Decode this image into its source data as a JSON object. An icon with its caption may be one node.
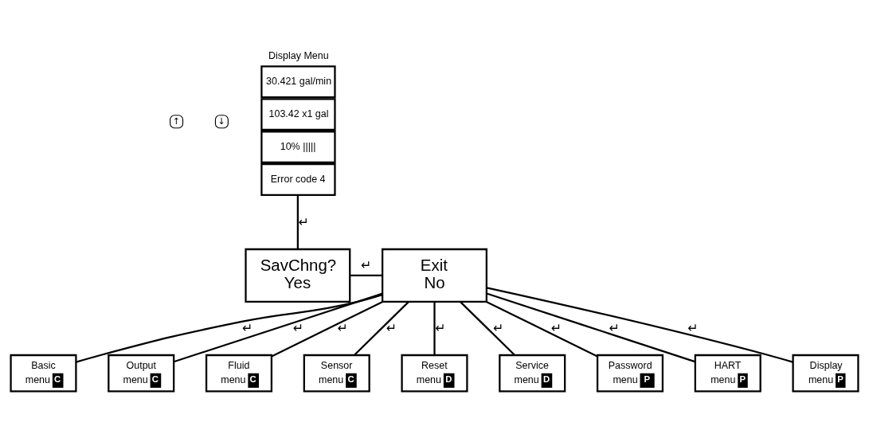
{
  "diagram": {
    "nodes": [
      {
        "text": [
          "Display Menu",
          "30.421 gal/min",
          "103.42 x1 gal",
          "10% |||||",
          "Error code 4"
        ]
      },
      {
        "text": [
          "SavChng?",
          "Yes"
        ]
      },
      {
        "text": [
          "Exit",
          "No"
        ]
      },
      {
        "text": [
          "Basic",
          "menu",
          "C"
        ]
      },
      {
        "text": [
          "Output",
          "menu",
          "C"
        ]
      },
      {
        "text": [
          "Fluid",
          "menu",
          "C"
        ]
      },
      {
        "text": [
          "Sensor",
          "menu",
          "C"
        ]
      },
      {
        "text": [
          "Reset",
          "menu",
          "D"
        ]
      },
      {
        "text": [
          "Service",
          "menu",
          "D"
        ]
      },
      {
        "text": [
          "Password",
          "menu",
          "P"
        ]
      },
      {
        "text": [
          "HART",
          "menu",
          "P"
        ]
      },
      {
        "text": [
          "Display",
          "menu",
          "P"
        ]
      }
    ],
    "edges": [
      {
        "from": 0,
        "to": 1,
        "arrow": "none",
        "label": "↵"
      },
      {
        "from": 1,
        "to": 2,
        "arrow": "none",
        "label": "↵"
      },
      {
        "from": 2,
        "to": 3,
        "arrow": "none",
        "label": "↵"
      },
      {
        "from": 2,
        "to": 4,
        "arrow": "none",
        "label": "↵"
      },
      {
        "from": 2,
        "to": 5,
        "arrow": "none",
        "label": "↵"
      },
      {
        "from": 2,
        "to": 6,
        "arrow": "none",
        "label": "↵"
      },
      {
        "from": 2,
        "to": 7,
        "arrow": "none",
        "label": "↵"
      },
      {
        "from": 2,
        "to": 8,
        "arrow": "none",
        "label": "↵"
      },
      {
        "from": 2,
        "to": 9,
        "arrow": "none",
        "label": "↵"
      },
      {
        "from": 2,
        "to": 10,
        "arrow": "none",
        "label": "↵"
      },
      {
        "from": 2,
        "to": 11,
        "arrow": "none",
        "label": "↵"
      }
    ],
    "labels": [
      "↑",
      "↓"
    ]
  }
}
